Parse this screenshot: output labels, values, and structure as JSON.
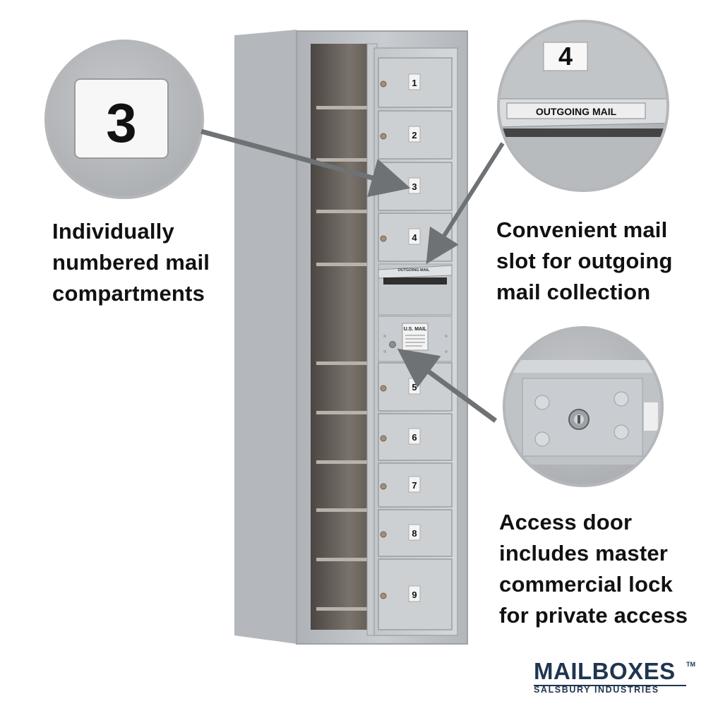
{
  "captions": {
    "left": [
      "Individually",
      "numbered mail",
      "compartments"
    ],
    "right_top": [
      "Convenient mail",
      "slot for outgoing",
      "mail collection"
    ],
    "right_bottom": [
      "Access door",
      "includes master",
      "commercial lock",
      "for private access"
    ]
  },
  "callouts": {
    "number_zoom_digit": "3",
    "slot_zoom_digit": "4",
    "slot_zoom_label": "OUTGOING MAIL"
  },
  "unit": {
    "compartment_numbers": [
      "1",
      "2",
      "3",
      "4",
      "5",
      "6",
      "7",
      "8",
      "9"
    ],
    "slot_label": "OUTGOING MAIL",
    "access_door_label": "U.S. MAIL"
  },
  "brand": {
    "name": "MAILBOXES",
    "tm": "TM",
    "subtitle": "SALSBURY INDUSTRIES"
  },
  "colors": {
    "metal": "#b9bcc0",
    "metal_light": "#d2d5d8",
    "metal_dark": "#8e9296",
    "arrow": "#6f7275",
    "brand": "#1f3550"
  }
}
